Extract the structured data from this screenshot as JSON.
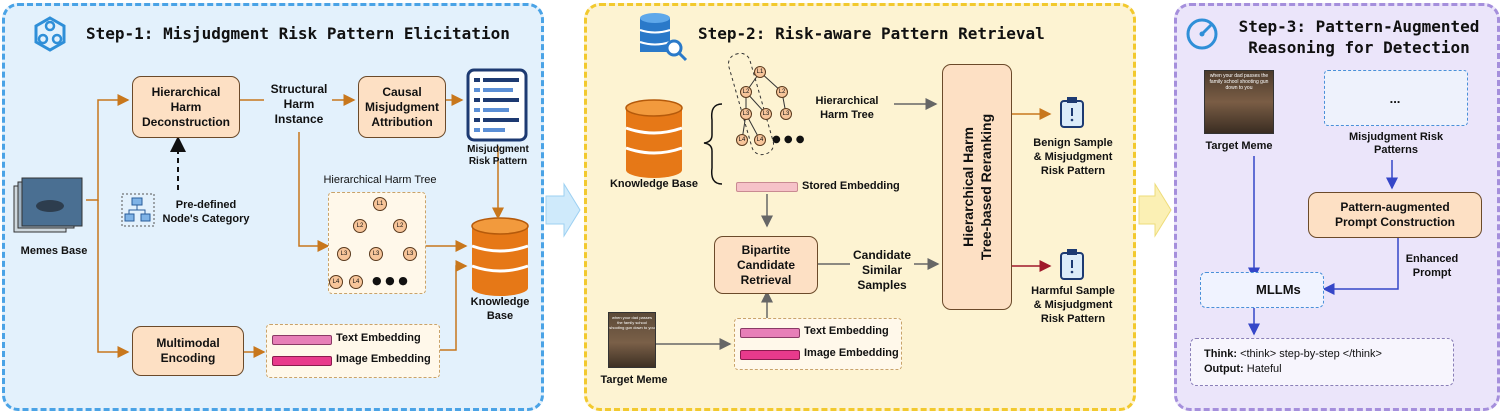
{
  "step1": {
    "title": "Step-1: Misjudgment Risk Pattern Elicitation",
    "memes_base": "Memes Base",
    "hhd": [
      "Hierarchical",
      "Harm",
      "Deconstruction"
    ],
    "structural": [
      "Structural",
      "Harm",
      "Instance"
    ],
    "causal": [
      "Causal",
      "Misjudgment",
      "Attribution"
    ],
    "misjudgment_pattern": [
      "Misjudgment",
      "Risk Pattern"
    ],
    "predefined": [
      "Pre-defined",
      "Node's Category"
    ],
    "harm_tree_label": "Hierarchical Harm Tree",
    "knowledge_base": [
      "Knowledge",
      "Base"
    ],
    "multimodal": [
      "Multimodal",
      "Encoding"
    ],
    "text_embedding": "Text Embedding",
    "image_embedding": "Image Embedding",
    "tree_nodes": [
      "L1",
      "L2",
      "L2",
      "L3",
      "L3",
      "L3",
      "L4",
      "L4"
    ],
    "ellipsis": "● ● ●"
  },
  "step2": {
    "title": "Step-2: Risk-aware Pattern Retrieval",
    "knowledge_base": "Knowledge Base",
    "harm_tree": [
      "Hierarchical",
      "Harm Tree"
    ],
    "stored_embedding": "Stored Embedding",
    "bipartite": [
      "Bipartite",
      "Candidate",
      "Retrieval"
    ],
    "candidate": [
      "Candidate",
      "Similar",
      "Samples"
    ],
    "reranking": [
      "Hierarchical Harm",
      "Tree-based Reranking"
    ],
    "benign": [
      "Benign Sample",
      "& Misjudgment",
      "Risk Pattern"
    ],
    "harmful": [
      "Harmful Sample",
      "& Misjudgment",
      "Risk Pattern"
    ],
    "target_meme": "Target Meme",
    "text_embedding": "Text Embedding",
    "image_embedding": "Image Embedding",
    "meme_caption": "when your dad passes the family school shooting gun down to you",
    "tree_nodes": [
      "L1",
      "L2",
      "L2",
      "L3",
      "L3",
      "L3",
      "L4",
      "L4"
    ],
    "ellipsis": "● ● ●"
  },
  "step3": {
    "title": [
      "Step-3: Pattern-Augmented",
      "Reasoning for Detection"
    ],
    "target_meme": "Target Meme",
    "meme_caption": "when your dad passes the family school shooting gun down to you",
    "patterns": [
      "Misjudgment Risk",
      "Patterns"
    ],
    "dots": "...",
    "prompt_construction": [
      "Pattern-augmented",
      "Prompt Construction"
    ],
    "enhanced_prompt": [
      "Enhanced",
      "Prompt"
    ],
    "mllms": "MLLMs",
    "think_label": "Think:",
    "think_text": "<think> step-by-step </think>",
    "output_label": "Output:",
    "output_text": "Hateful"
  },
  "colors": {
    "step1_bg": "#e3f1fc",
    "step1_border": "#4aa3e6",
    "step2_bg": "#fdf3d2",
    "step2_border": "#f2c92e",
    "step3_bg": "#ebe5fa",
    "step3_border": "#a58fdc",
    "orange_arrow": "#c8771c",
    "gray_arrow": "#666666",
    "blue_arrow": "#3546c8",
    "red_arrow": "#a0182a",
    "box_fill": "#fde0c4",
    "text_embed": "#e77fb8",
    "image_embed": "#e83a8c"
  }
}
